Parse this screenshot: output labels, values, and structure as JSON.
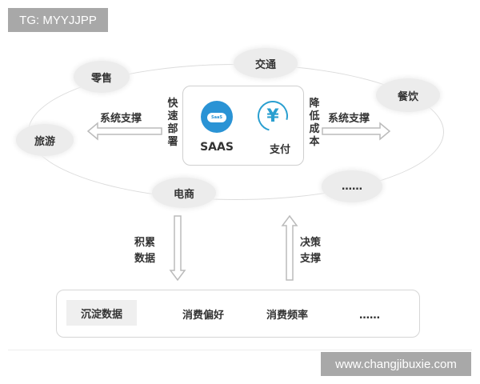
{
  "watermarks": {
    "top_left": "TG: MYYJJPP",
    "bottom_right": "www.changjibuxie.com"
  },
  "scenarios": {
    "retail": "零售",
    "transport": "交通",
    "dining": "餐饮",
    "travel": "旅游",
    "ecommerce": "电商",
    "more": "……"
  },
  "center": {
    "saas_icon_text": "SaaS",
    "saas_label": "SAAS",
    "payment_icon": "¥",
    "payment_label": "支付"
  },
  "side_labels": {
    "left_vertical": [
      "快",
      "速",
      "部",
      "署"
    ],
    "right_vertical": [
      "降",
      "低",
      "成",
      "本"
    ],
    "left_arrow": "系统支撑",
    "right_arrow": "系统支撑"
  },
  "flow": {
    "down_label_line1": "积累",
    "down_label_line2": "数据",
    "up_label_line1": "决策",
    "up_label_line2": "支撑"
  },
  "data_layer": {
    "title": "沉淀数据",
    "items": [
      "消费偏好",
      "消费频率",
      "……"
    ]
  },
  "colors": {
    "saas_blue": "#2a93d5",
    "payment_blue": "#2a9fd0",
    "cloud_gray": "#ececec",
    "watermark_gray": "#a8a8a8"
  }
}
